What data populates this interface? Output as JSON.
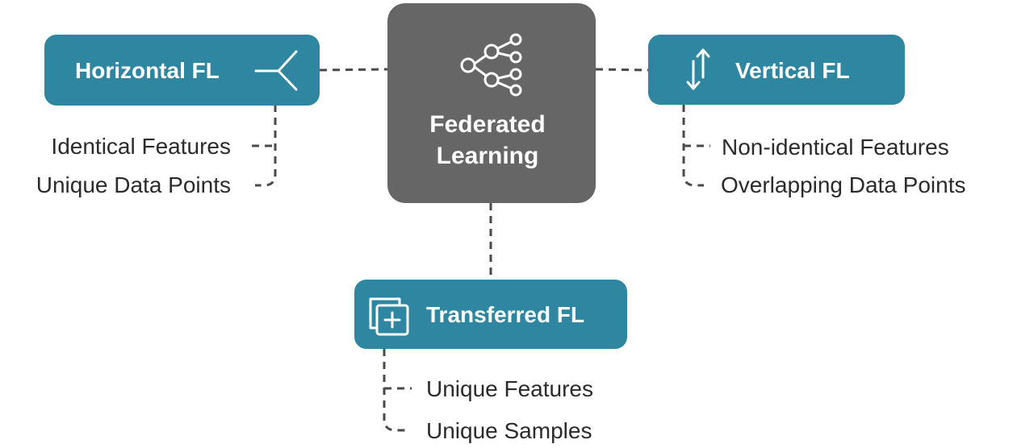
{
  "colors": {
    "center_fill": "#666666",
    "node_fill": "#2f86a0",
    "connector": "#4a4a4a",
    "text": "#2b2b2b"
  },
  "center": {
    "line1": "Federated",
    "line2": "Learning",
    "icon": "network-share-icon"
  },
  "horizontal": {
    "label": "Horizontal FL",
    "icon": "branch-fork-icon",
    "items": [
      "Identical Features",
      "Unique Data Points"
    ]
  },
  "vertical": {
    "label": "Vertical FL",
    "icon": "up-down-arrows-icon",
    "items": [
      "Non-identical Features",
      "Overlapping Data Points"
    ]
  },
  "transferred": {
    "label": "Transferred FL",
    "icon": "copy-add-icon",
    "items": [
      "Unique Features",
      "Unique Samples"
    ]
  }
}
